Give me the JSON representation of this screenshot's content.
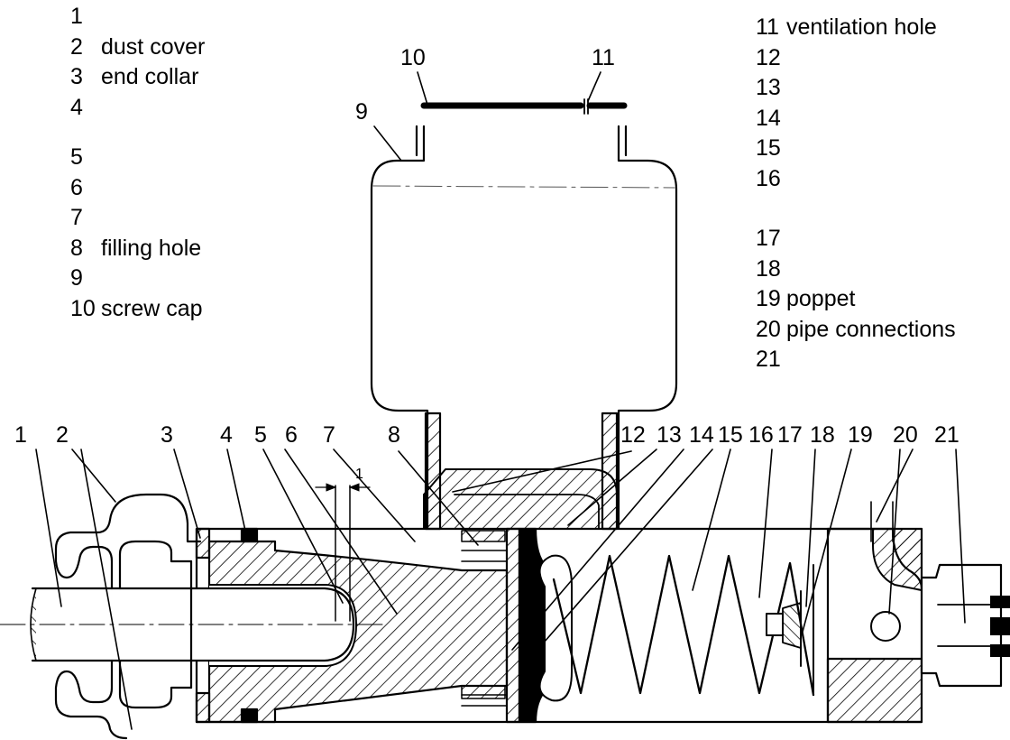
{
  "legend_left": [
    {
      "num": "1",
      "label": ""
    },
    {
      "num": "2",
      "label": "dust cover"
    },
    {
      "num": "3",
      "label": "end collar"
    },
    {
      "num": "4",
      "label": ""
    },
    {
      "num": "5",
      "label": ""
    },
    {
      "num": "6",
      "label": ""
    },
    {
      "num": "7",
      "label": ""
    },
    {
      "num": "8",
      "label": "filling hole"
    },
    {
      "num": "9",
      "label": ""
    },
    {
      "num": "10",
      "label": "screw cap"
    }
  ],
  "legend_right": [
    {
      "num": "11",
      "label": "ventilation hole"
    },
    {
      "num": "12",
      "label": ""
    },
    {
      "num": "13",
      "label": ""
    },
    {
      "num": "14",
      "label": ""
    },
    {
      "num": "15",
      "label": ""
    },
    {
      "num": "16",
      "label": ""
    },
    {
      "num": "17",
      "label": ""
    },
    {
      "num": "18",
      "label": ""
    },
    {
      "num": "19",
      "label": "poppet"
    },
    {
      "num": "20",
      "label": "pipe connections"
    },
    {
      "num": "21",
      "label": ""
    }
  ],
  "callouts": {
    "n1": "1",
    "n2": "2",
    "n3": "3",
    "n4": "4",
    "n5": "5",
    "n6": "6",
    "n7": "7",
    "n8": "8",
    "n9": "9",
    "n10": "10",
    "n11": "11",
    "n12": "12",
    "n13": "13",
    "n14": "14",
    "n15": "15",
    "n16": "16",
    "n17": "17",
    "n18": "18",
    "n19": "19",
    "n20": "20",
    "n21": "21",
    "dim": "1"
  }
}
